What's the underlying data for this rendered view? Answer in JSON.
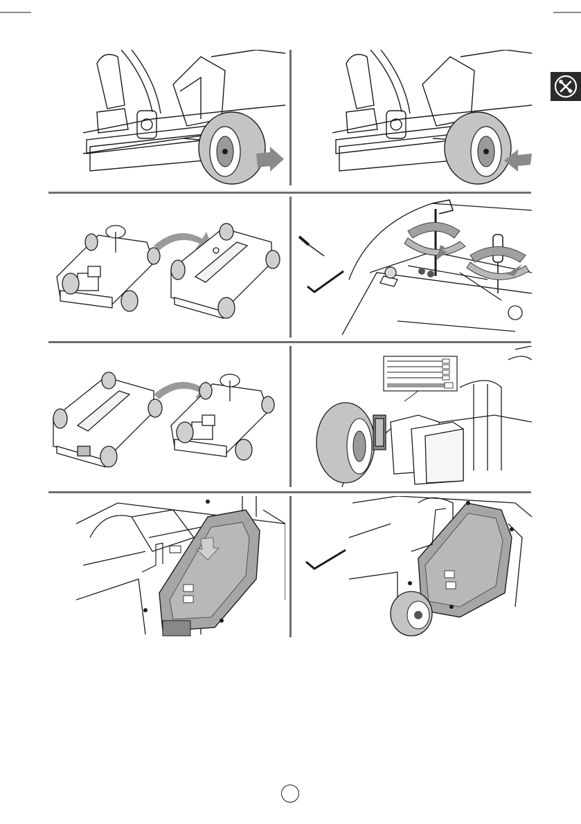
{
  "page": {
    "number_label": ""
  },
  "icons": {
    "side_tab": "tools-icon",
    "page_marker": "page-circle"
  },
  "colors": {
    "tab_background": "#2b2b2b",
    "divider": "#6d6d6d",
    "arrow_fill": "#8a8a8a",
    "line": "#1a1a1a",
    "tire": "#c4c4c4"
  },
  "steps": [
    {
      "id": "wheel-off",
      "action": "remove-front-wheel"
    },
    {
      "id": "wheel-on",
      "action": "install-front-wheel"
    },
    {
      "id": "flip-over",
      "action": "turn-kart-upside-down"
    },
    {
      "id": "loosen-screws",
      "action": "use-screwdriver-and-hex-key"
    },
    {
      "id": "flip-back",
      "action": "turn-kart-upright"
    },
    {
      "id": "battery-wiring",
      "action": "connect-battery-cables"
    },
    {
      "id": "cover-place",
      "action": "lower-battery-cover"
    },
    {
      "id": "cover-fix",
      "action": "fasten-cover-with-hex-key"
    }
  ]
}
